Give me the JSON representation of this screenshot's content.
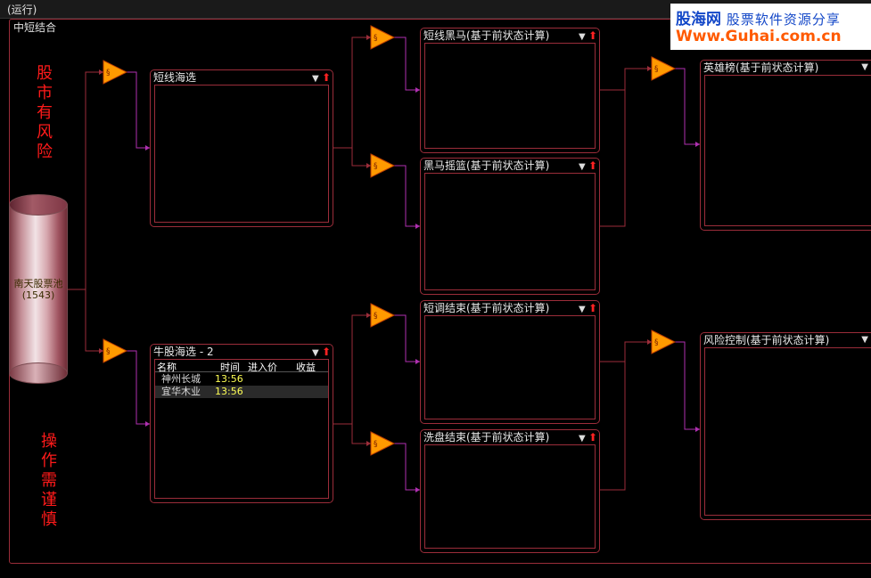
{
  "window": {
    "status": "(运行)",
    "group_title": "中短结合"
  },
  "warnings": {
    "top": [
      "股",
      "市",
      "有",
      "风",
      "险"
    ],
    "bottom": [
      "操",
      "作",
      "需",
      "谨",
      "慎"
    ]
  },
  "pool": {
    "name": "南天股票池",
    "count": "(1543)"
  },
  "panels": {
    "short_scan": {
      "title": "短线海选"
    },
    "bull_scan": {
      "title": "牛股海选 - 2",
      "columns": [
        "名称",
        "时间",
        "进入价",
        "收益"
      ],
      "rows": [
        {
          "name": "神州长城",
          "time": "13:56"
        },
        {
          "name": "宜华木业",
          "time": "13:56"
        }
      ]
    },
    "dark_horse": {
      "title": "短线黑马(基于前状态计算)"
    },
    "horse_cradle": {
      "title": "黑马摇篮(基于前状态计算)"
    },
    "adjust_end": {
      "title": "短调结束(基于前状态计算)"
    },
    "wash_end": {
      "title": "洗盘结束(基于前状态计算)"
    },
    "hero_list": {
      "title": "英雄榜(基于前状态计算)"
    },
    "risk_ctrl": {
      "title": "风险控制(基于前状态计算)"
    }
  },
  "controls": {
    "dropdown": "▼",
    "up_arrow": "⬆"
  },
  "logo": {
    "name": "股海网",
    "slogan": "股票软件资源分享",
    "url": "Www.Guhai.com.cn"
  },
  "colors": {
    "border": "#9b2d3a",
    "wire": "#b030b0",
    "warn": "#ff1a1a",
    "filter_fill": "#ff9a00"
  }
}
